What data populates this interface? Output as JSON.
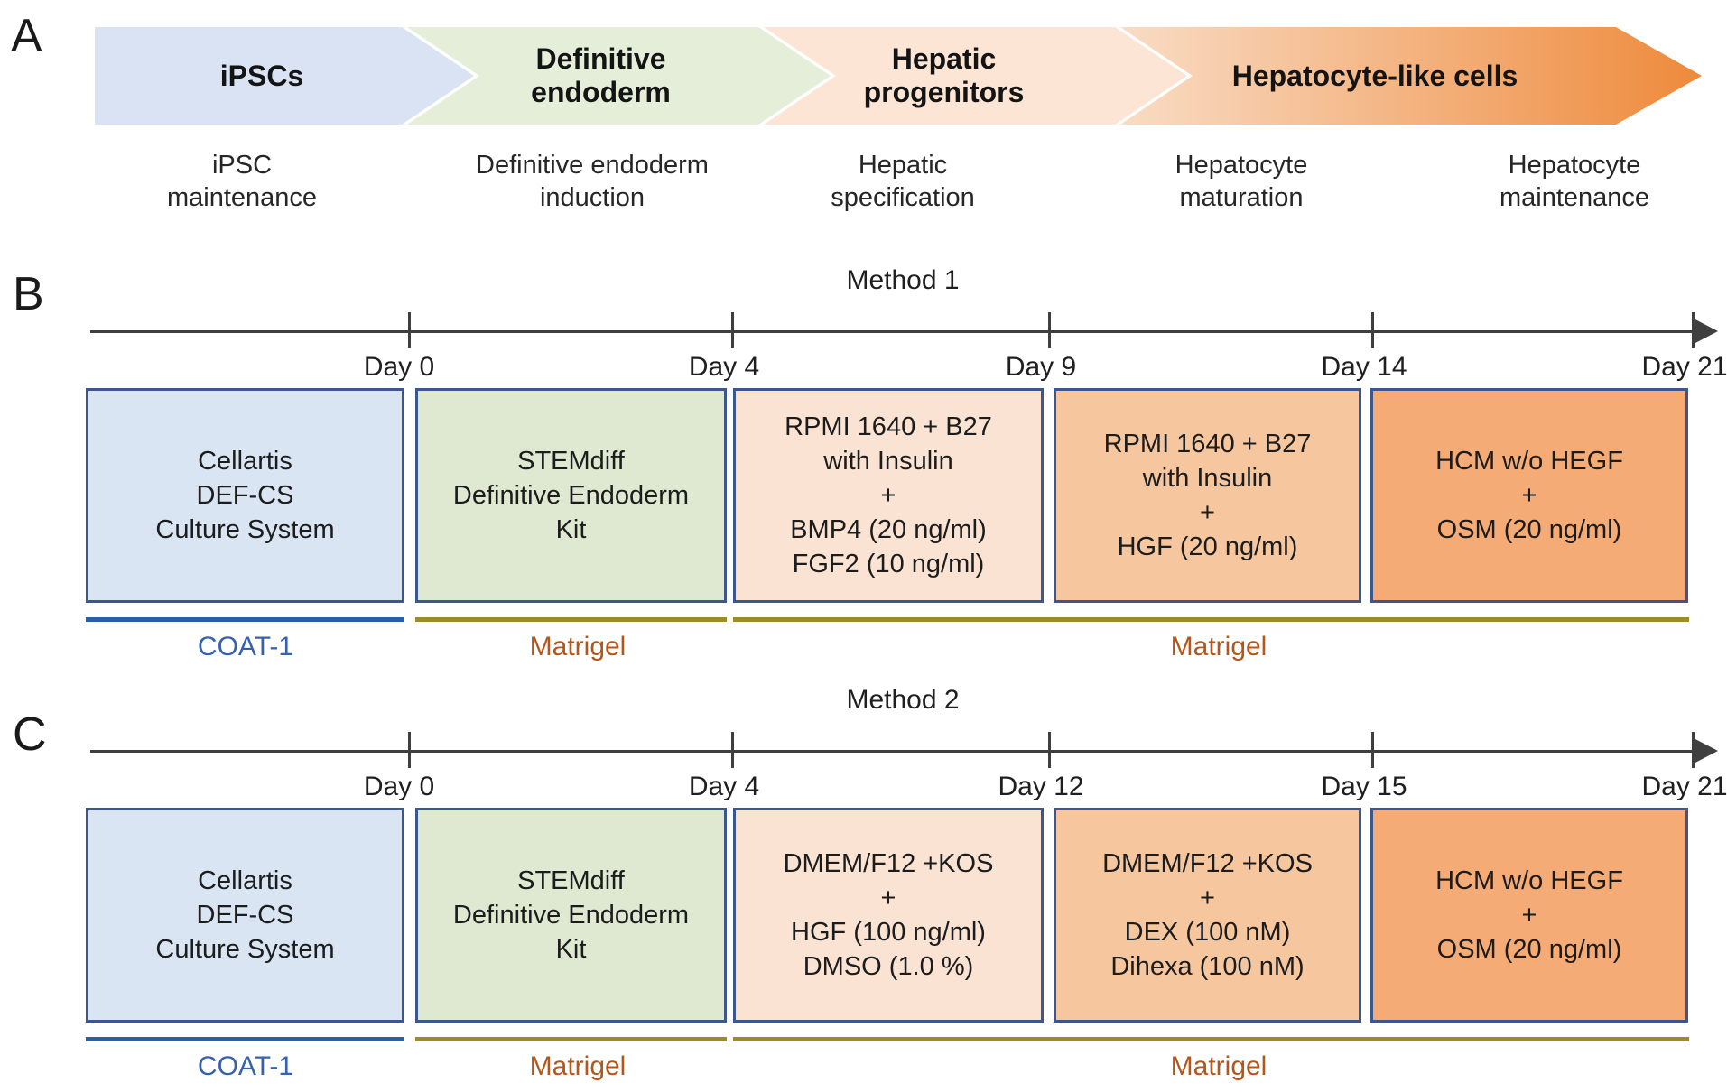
{
  "figure": {
    "panels": {
      "a": "A",
      "b": "B",
      "c": "C"
    }
  },
  "panelA": {
    "stages": [
      "iPSCs",
      "Definitive\nendoderm",
      "Hepatic\nprogenitors",
      "Hepatocyte-like cells"
    ],
    "phases": [
      "iPSC\nmaintenance",
      "Definitive endoderm\ninduction",
      "Hepatic\nspecification",
      "Hepatocyte\nmaturation",
      "Hepatocyte\nmaintenance"
    ]
  },
  "methodB": {
    "title": "Method 1",
    "days": [
      "Day 0",
      "Day 4",
      "Day 9",
      "Day 14",
      "Day 21"
    ],
    "boxes": [
      "Cellartis\nDEF-CS\nCulture System",
      "STEMdiff\nDefinitive Endoderm\nKit",
      "RPMI 1640 + B27\nwith Insulin\n+\nBMP4 (20 ng/ml)\nFGF2 (10 ng/ml)",
      "RPMI 1640 + B27\nwith Insulin\n+\nHGF (20 ng/ml)",
      "HCM w/o HEGF\n+\nOSM (20 ng/ml)"
    ],
    "coatings": [
      "COAT-1",
      "Matrigel",
      "Matrigel"
    ]
  },
  "methodC": {
    "title": "Method 2",
    "days": [
      "Day 0",
      "Day 4",
      "Day 12",
      "Day 15",
      "Day 21"
    ],
    "boxes": [
      "Cellartis\nDEF-CS\nCulture System",
      "STEMdiff\nDefinitive Endoderm\nKit",
      "DMEM/F12 +KOS\n+\nHGF (100 ng/ml)\nDMSO (1.0 %)",
      "DMEM/F12 +KOS\n+\nDEX (100 nM)\nDihexa (100 nM)",
      "HCM w/o HEGF\n+\nOSM (20 ng/ml)"
    ],
    "coatings": [
      "COAT-1",
      "Matrigel",
      "Matrigel"
    ]
  },
  "colors": {
    "stage_ipsc": "#dae3f3",
    "stage_definitive_endoderm": "#e5eed9",
    "stage_hepatic_progenitors": "#fce5d4",
    "stage_hepatocyte_gradient_start": "#f9dcc4",
    "stage_hepatocyte_gradient_end": "#ee8a3b",
    "box_border": "#3c568f",
    "box_ipsc": "#d9e5f2",
    "box_endoderm": "#dfe9d1",
    "box_specification": "#fae3d2",
    "box_maturation": "#f6c79f",
    "box_maintenance": "#f5ab76",
    "bar_coat1": "#2e5da8",
    "bar_matrigel": "#9d8b29",
    "label_coat1_text": "#3562ad",
    "label_matrigel_text": "#b2561c",
    "timeline": "#3f3f3f"
  }
}
